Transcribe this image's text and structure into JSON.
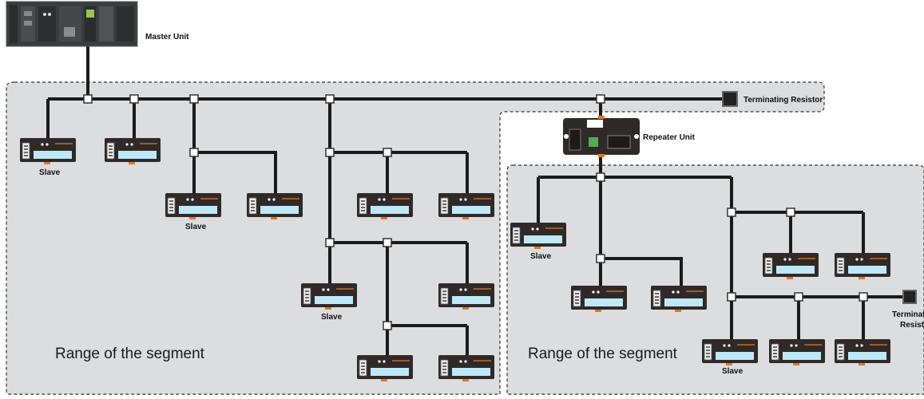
{
  "labels": {
    "master_unit": "Master Unit",
    "terminating_resistor_1": "Terminating Resistor",
    "repeater_unit": "Repeater Unit",
    "slave_1": "Slave",
    "slave_2": "Slave",
    "slave_3": "Slave",
    "slave_4": "Slave",
    "slave_5": "Slave",
    "range_1": "Range of the segment",
    "range_2": "Range of the segment",
    "terminating_resistor_2_line1": "Terminating",
    "terminating_resistor_2_line2": "Resistor"
  },
  "colors": {
    "segment_bg": "#dcdddf",
    "segment_border": "#333333",
    "cable": "#1a1a1a",
    "node_fill": "#ffffff",
    "device_body": "#2f2a28",
    "device_panel": "#bfe8f6",
    "device_accent": "#e07a24",
    "master_body": "#3a3d3f"
  }
}
